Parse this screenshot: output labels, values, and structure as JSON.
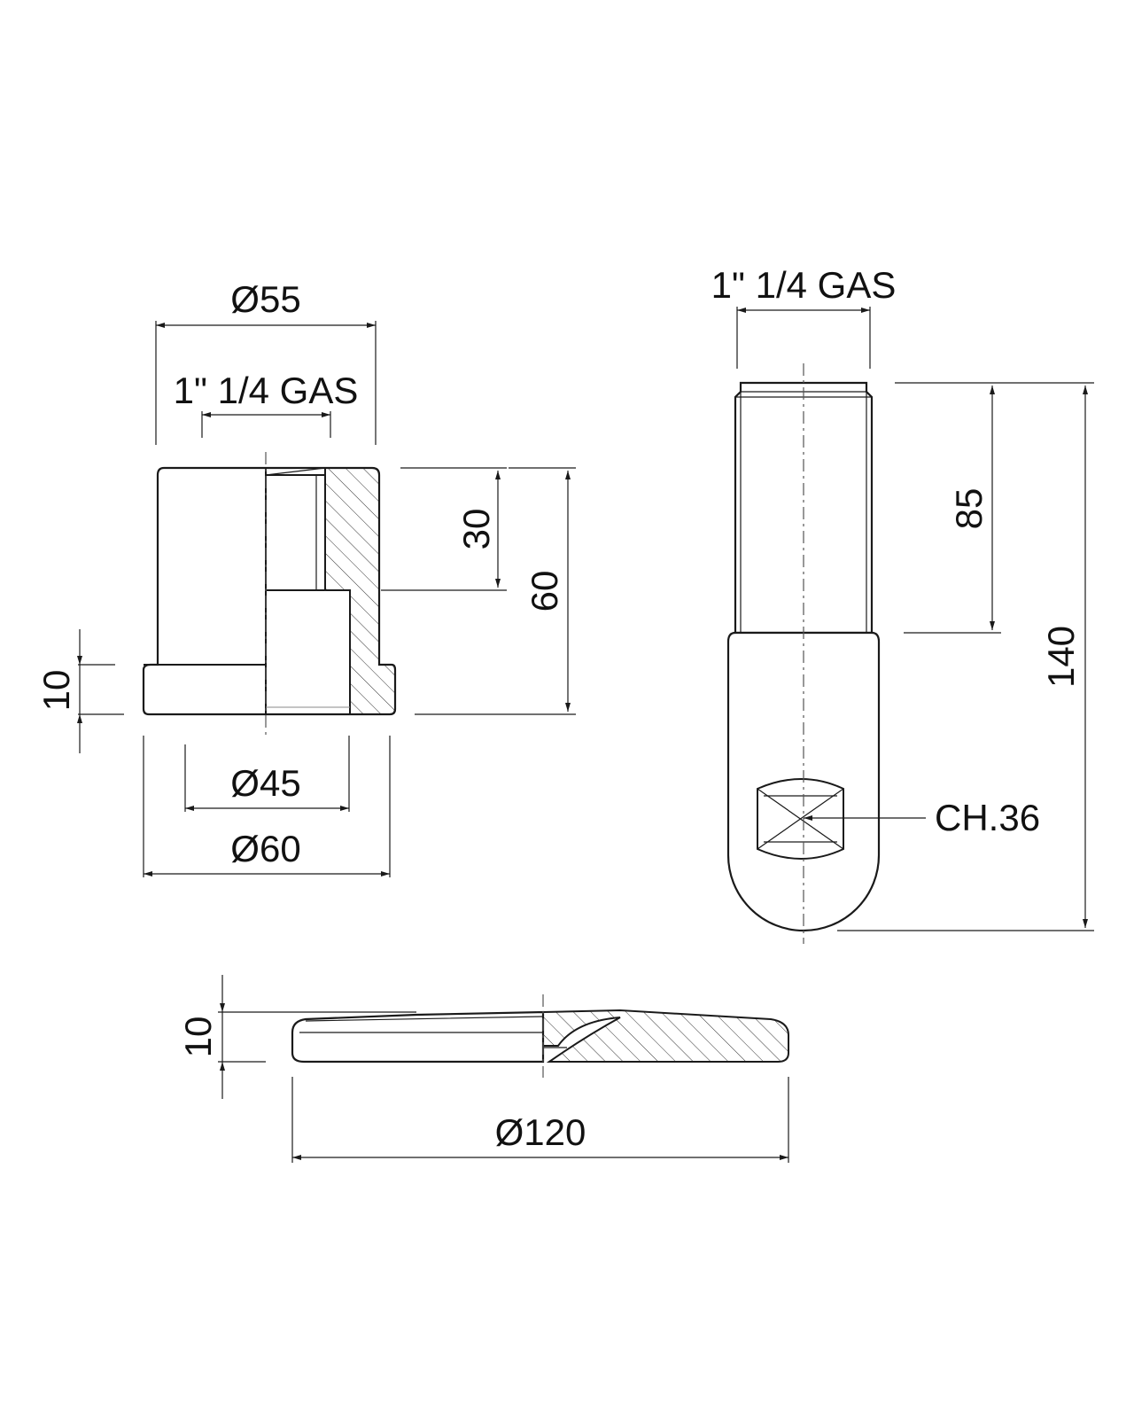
{
  "dimensions": {
    "nut": {
      "outer_diameter": "Ø55",
      "thread": "1\" 1/4 GAS",
      "collar_height": "10",
      "thread_depth": "30",
      "total_height": "60",
      "inner_diameter": "Ø45",
      "flange_diameter": "Ø60"
    },
    "pipe": {
      "thread": "1\" 1/4 GAS",
      "thread_length": "85",
      "total_length": "140",
      "wrench": "CH.36"
    },
    "rosette": {
      "thickness": "10",
      "diameter": "Ø120"
    }
  },
  "colors": {
    "line": "#1a1a1a",
    "background": "#ffffff"
  }
}
